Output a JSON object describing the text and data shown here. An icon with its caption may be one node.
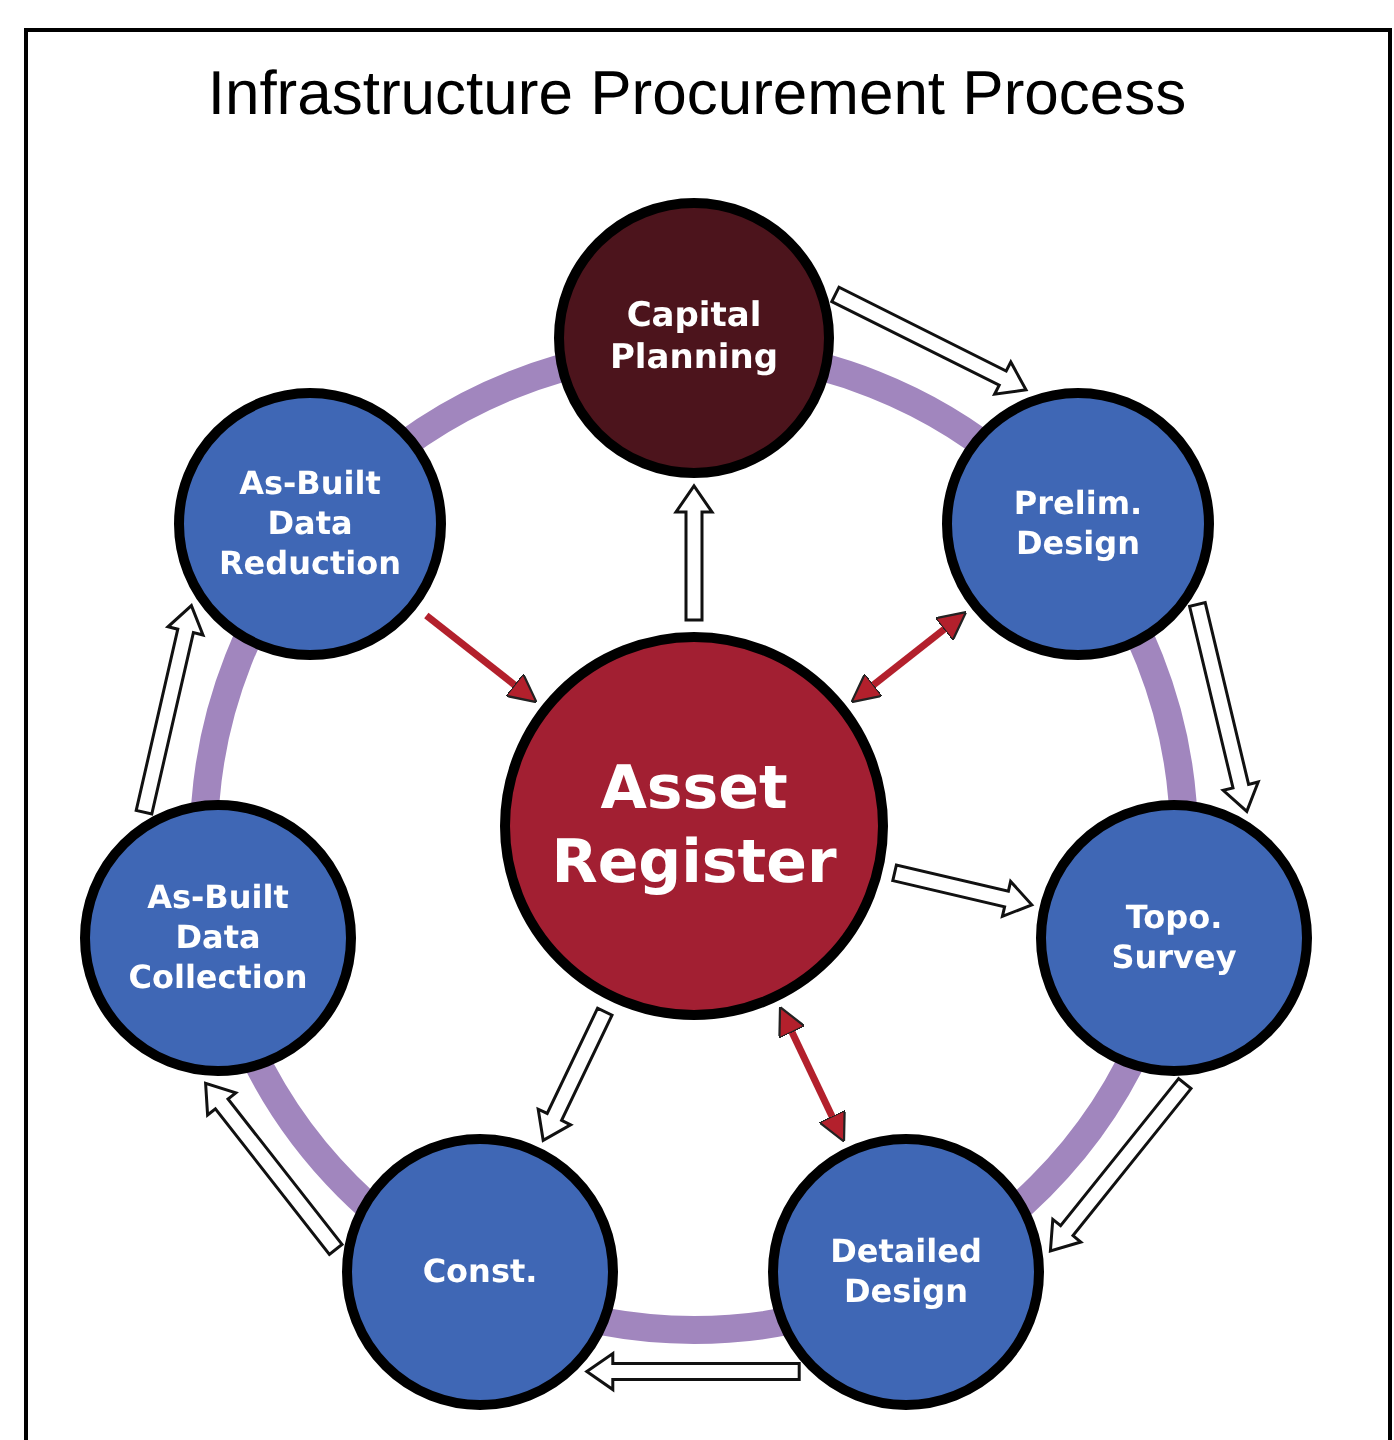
{
  "diagram": {
    "title": "Infrastructure Procurement Process",
    "nodes": [
      {
        "text": [
          "Capital Planning"
        ]
      },
      {
        "text": [
          "As-Built Data Reduction"
        ]
      },
      {
        "text": [
          "Prelim. Design"
        ]
      },
      {
        "text": [
          "Asset Register"
        ]
      },
      {
        "text": [
          "Topo. Survey"
        ]
      },
      {
        "text": [
          "As-Built Data Collection"
        ]
      },
      {
        "text": [
          "Const."
        ]
      },
      {
        "text": [
          "Detailed Design"
        ]
      }
    ],
    "edges": [
      {
        "from": 0,
        "to": 2,
        "arrow": "to"
      },
      {
        "from": 2,
        "to": 4,
        "arrow": "to"
      },
      {
        "from": 4,
        "to": 7,
        "arrow": "to"
      },
      {
        "from": 7,
        "to": 6,
        "arrow": "to"
      },
      {
        "from": 6,
        "to": 5,
        "arrow": "to"
      },
      {
        "from": 5,
        "to": 1,
        "arrow": "to"
      },
      {
        "from": 3,
        "to": 0,
        "arrow": "to"
      },
      {
        "from": 3,
        "to": 4,
        "arrow": "to"
      },
      {
        "from": 3,
        "to": 6,
        "arrow": "to"
      },
      {
        "from": 1,
        "to": 3,
        "arrow": "to",
        "color": "#b3202c"
      },
      {
        "from": 3,
        "to": 2,
        "arrow": "both",
        "color": "#b3202c"
      },
      {
        "from": 3,
        "to": 7,
        "arrow": "both",
        "color": "#b3202c"
      }
    ]
  }
}
